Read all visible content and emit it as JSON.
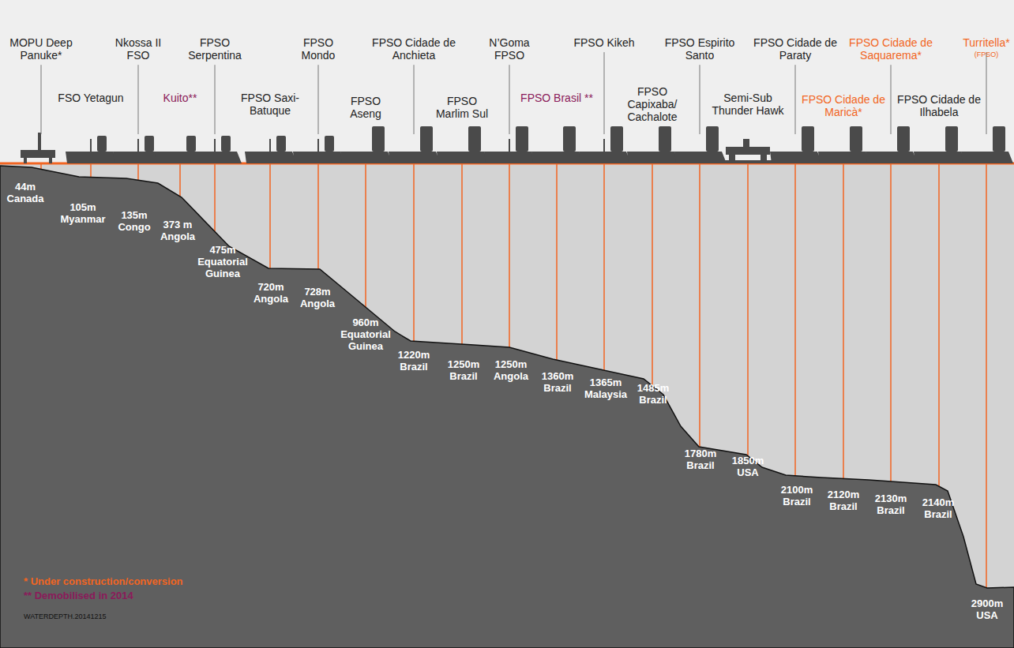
{
  "diagram": {
    "labels": [
      "MOPU Deep Panuke*",
      "FSO Yetagun",
      "Nkossa II FSO",
      "Kuito**",
      "FPSO Serpentina",
      "FPSO Saxi-Batuque",
      "FPSO Mondo",
      "FPSO Aseng",
      "FPSO Cidade de Anchieta",
      "FPSO Marlim Sul",
      "N’Goma FPSO",
      "FPSO Brasil **",
      "FPSO Kikeh",
      "FPSO Capixaba/ Cachalote",
      "FPSO Espirito Santo",
      "Semi-Sub Thunder Hawk",
      "FPSO Cidade de Paraty",
      "FPSO Cidade de Maricà*",
      "FPSO Cidade de Saquarema*",
      "FPSO Cidade de Ilhabela",
      "Turritella*",
      "(FPSO)",
      "44m Canada",
      "105m Myanmar",
      "135m Congo",
      "373 m Angola",
      "475m Equatorial Guinea",
      "720m Angola",
      "728m Angola",
      "960m Equatorial Guinea",
      "1220m Brazil",
      "1250m Brazil",
      "1250m Angola",
      "1360m Brazil",
      "1365m Malaysia",
      "1485m Brazil",
      "1780m Brazil",
      "1850m USA",
      "2100m Brazil",
      "2120m Brazil",
      "2130m Brazil",
      "2140m Brazil",
      "2900m USA",
      "* Under construction/conversion",
      "** Demobilised in 2014",
      "WATERDEPTH.20141215"
    ]
  }
}
